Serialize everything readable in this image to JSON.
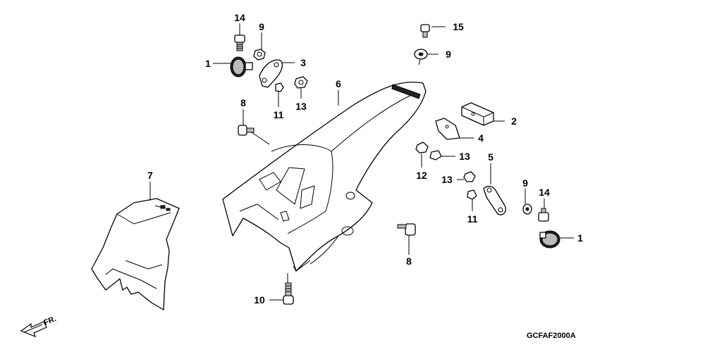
{
  "diagram_code": "GCFAF2000A",
  "direction_label": "FR.",
  "callouts": [
    {
      "id": "c-14a",
      "label": "14"
    },
    {
      "id": "c-9a",
      "label": "9"
    },
    {
      "id": "c-1a",
      "label": "1"
    },
    {
      "id": "c-3",
      "label": "3"
    },
    {
      "id": "c-11a",
      "label": "11"
    },
    {
      "id": "c-13a",
      "label": "13"
    },
    {
      "id": "c-8a",
      "label": "8"
    },
    {
      "id": "c-6",
      "label": "6"
    },
    {
      "id": "c-15",
      "label": "15"
    },
    {
      "id": "c-9b",
      "label": "9"
    },
    {
      "id": "c-2",
      "label": "2"
    },
    {
      "id": "c-4",
      "label": "4"
    },
    {
      "id": "c-13b",
      "label": "13"
    },
    {
      "id": "c-12",
      "label": "12"
    },
    {
      "id": "c-5",
      "label": "5"
    },
    {
      "id": "c-13c",
      "label": "13"
    },
    {
      "id": "c-11b",
      "label": "11"
    },
    {
      "id": "c-9c",
      "label": "9"
    },
    {
      "id": "c-14b",
      "label": "14"
    },
    {
      "id": "c-1b",
      "label": "1"
    },
    {
      "id": "c-7",
      "label": "7"
    },
    {
      "id": "c-8b",
      "label": "8"
    },
    {
      "id": "c-10",
      "label": "10"
    }
  ]
}
